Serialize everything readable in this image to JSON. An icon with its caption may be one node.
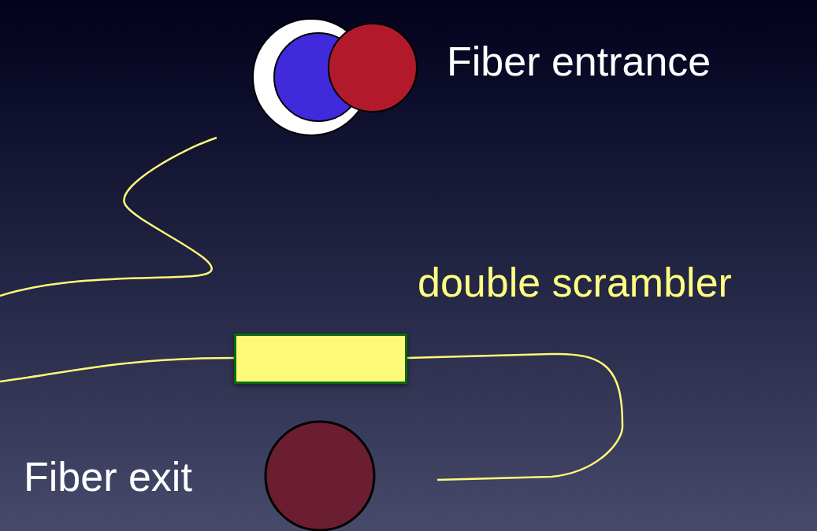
{
  "diagram": {
    "nodes": [
      {
        "text": [],
        "shape": "circle",
        "beside": [
          "Fiber entrance"
        ]
      },
      {
        "text": [],
        "shape": "box",
        "beside": [
          "double scrambler"
        ]
      },
      {
        "text": [],
        "shape": "circle",
        "beside": [
          "Fiber exit"
        ]
      }
    ],
    "edges": [
      {
        "from": null,
        "to": 1,
        "arrow": "none"
      },
      {
        "from": 1,
        "to": null,
        "arrow": "none"
      }
    ]
  }
}
